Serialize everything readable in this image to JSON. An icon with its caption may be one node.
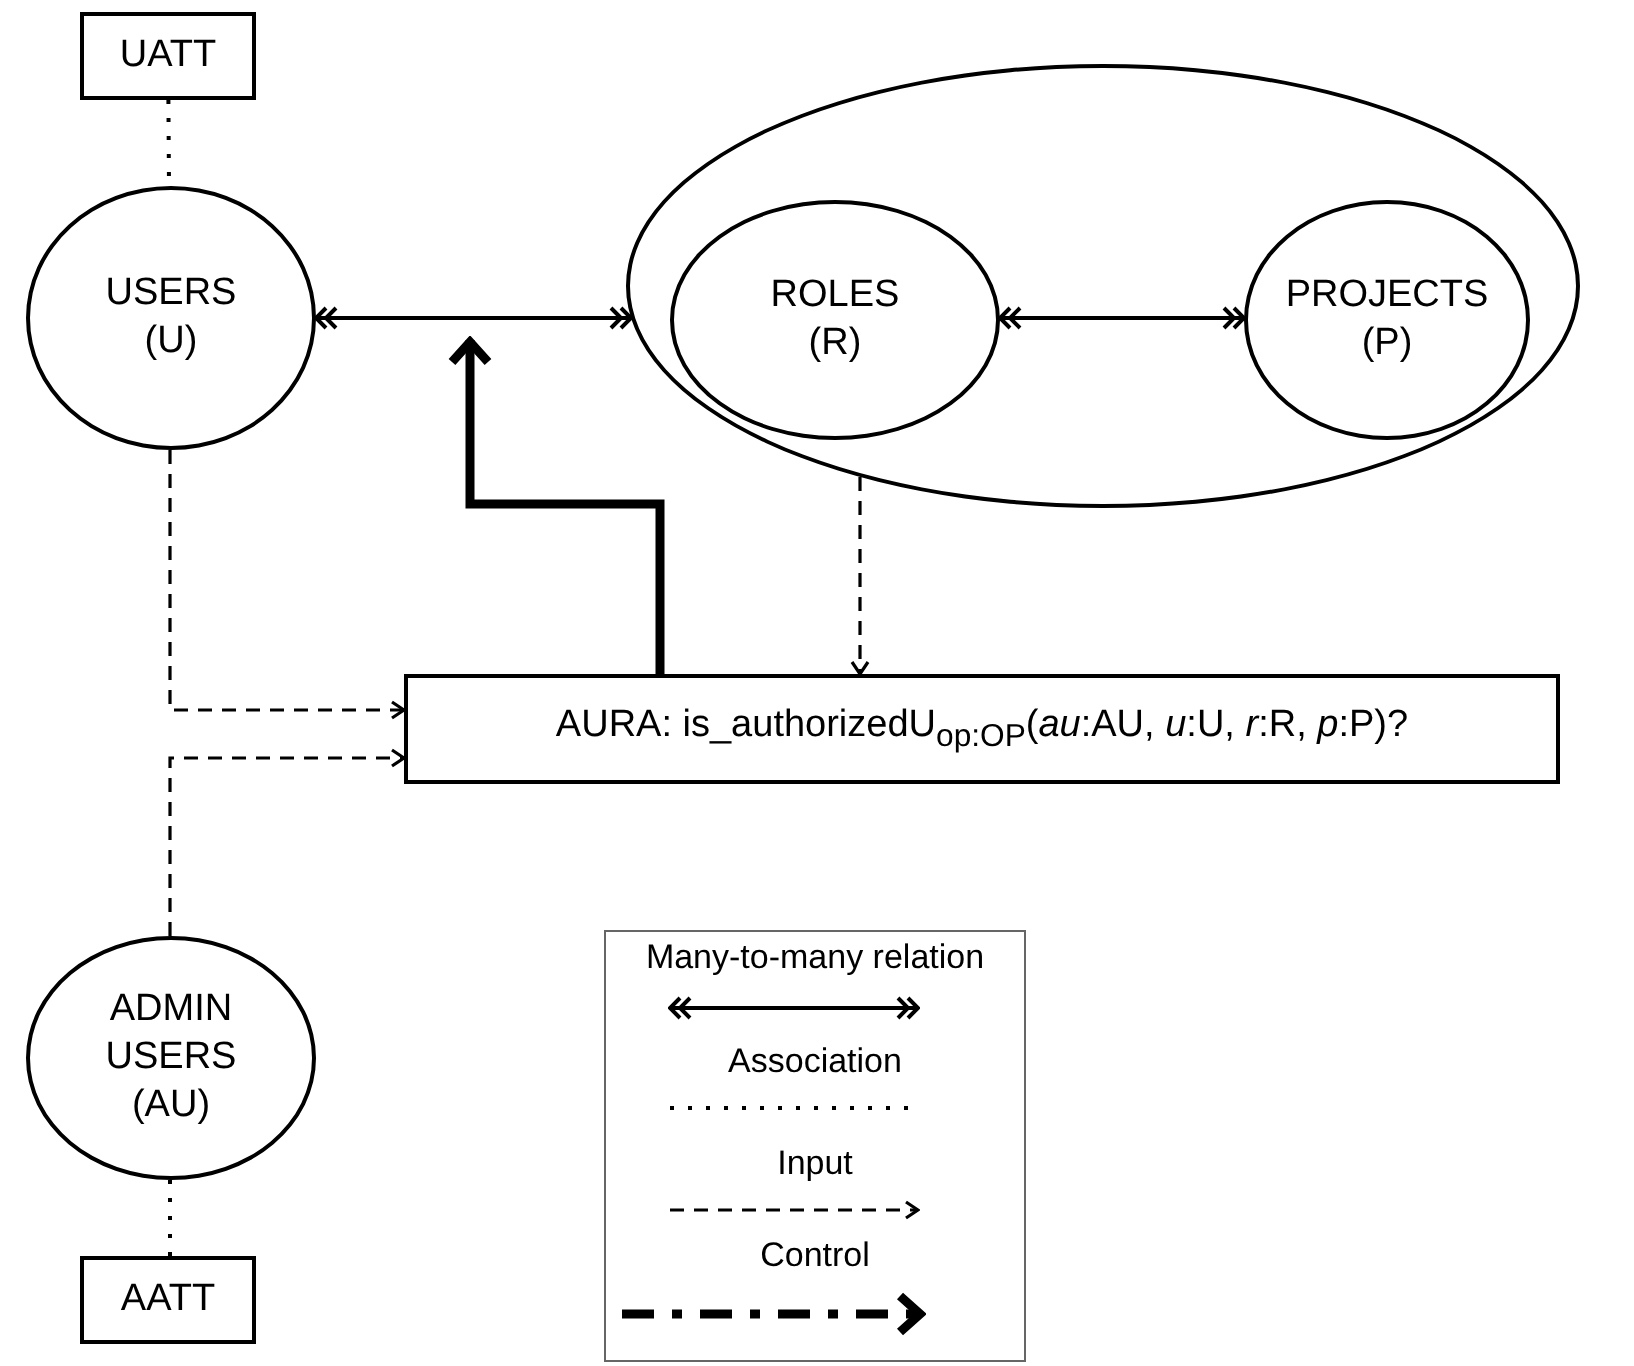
{
  "diagram": {
    "nodes": [
      {
        "text": [
          "UATT"
        ]
      },
      {
        "text": [
          "USERS (U)"
        ]
      },
      {
        "text": [],
        "shape": "ellipse"
      },
      {
        "text": [
          "ROLES (R)"
        ],
        "in": 2
      },
      {
        "text": [
          "PROJECTS (P)"
        ],
        "in": 2
      },
      {
        "text": [
          "AURA: is_authorizedU$_{op:OP}$(*au*:AU, *u*:U, *r*:R, *p*:P)?"
        ]
      },
      {
        "text": [
          "ADMIN USERS (AU)"
        ]
      },
      {
        "text": [
          "AATT"
        ]
      }
    ],
    "edges": [
      {
        "from": 0,
        "to": 1,
        "arrow": "none",
        "style": "dashed"
      },
      {
        "from": 1,
        "to": 2,
        "arrow": "both"
      },
      {
        "from": 3,
        "to": 4,
        "arrow": "both"
      },
      {
        "from": 5,
        "to": null,
        "arrow": "to",
        "style": "thick"
      },
      {
        "from": 2,
        "to": 5,
        "arrow": "to",
        "style": "dashed"
      },
      {
        "from": 1,
        "to": 5,
        "arrow": "to",
        "style": "dashed"
      },
      {
        "from": 6,
        "to": 5,
        "arrow": "to",
        "style": "dashed"
      },
      {
        "from": 6,
        "to": 7,
        "arrow": "none",
        "style": "dashed"
      }
    ],
    "legend": [
      {
        "text": "Many-to-many relation"
      },
      {
        "text": "Association"
      },
      {
        "text": "Input"
      },
      {
        "text": "Control"
      }
    ]
  }
}
